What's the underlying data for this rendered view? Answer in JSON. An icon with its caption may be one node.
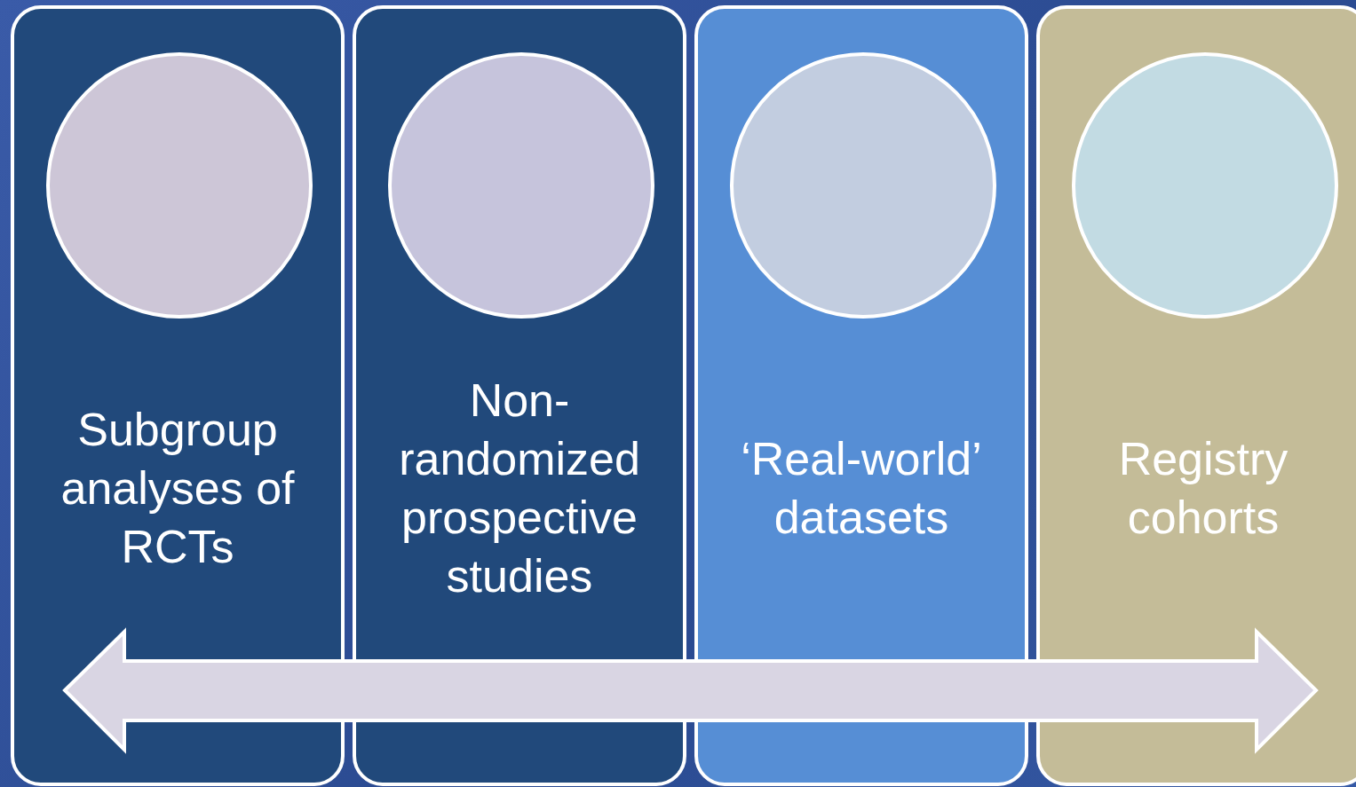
{
  "diagram": {
    "nodes": [
      {
        "text": [
          "Subgroup analyses of RCTs"
        ]
      },
      {
        "text": [],
        "shape": "circle",
        "in": 0
      },
      {
        "text": [
          "Non-randomized prospective studies"
        ]
      },
      {
        "text": [],
        "shape": "circle",
        "in": 2
      },
      {
        "text": [
          "‘Real-world’ datasets"
        ]
      },
      {
        "text": [],
        "shape": "circle",
        "in": 4
      },
      {
        "text": [
          "Registry cohorts"
        ]
      },
      {
        "text": [],
        "shape": "circle",
        "in": 6
      }
    ]
  }
}
